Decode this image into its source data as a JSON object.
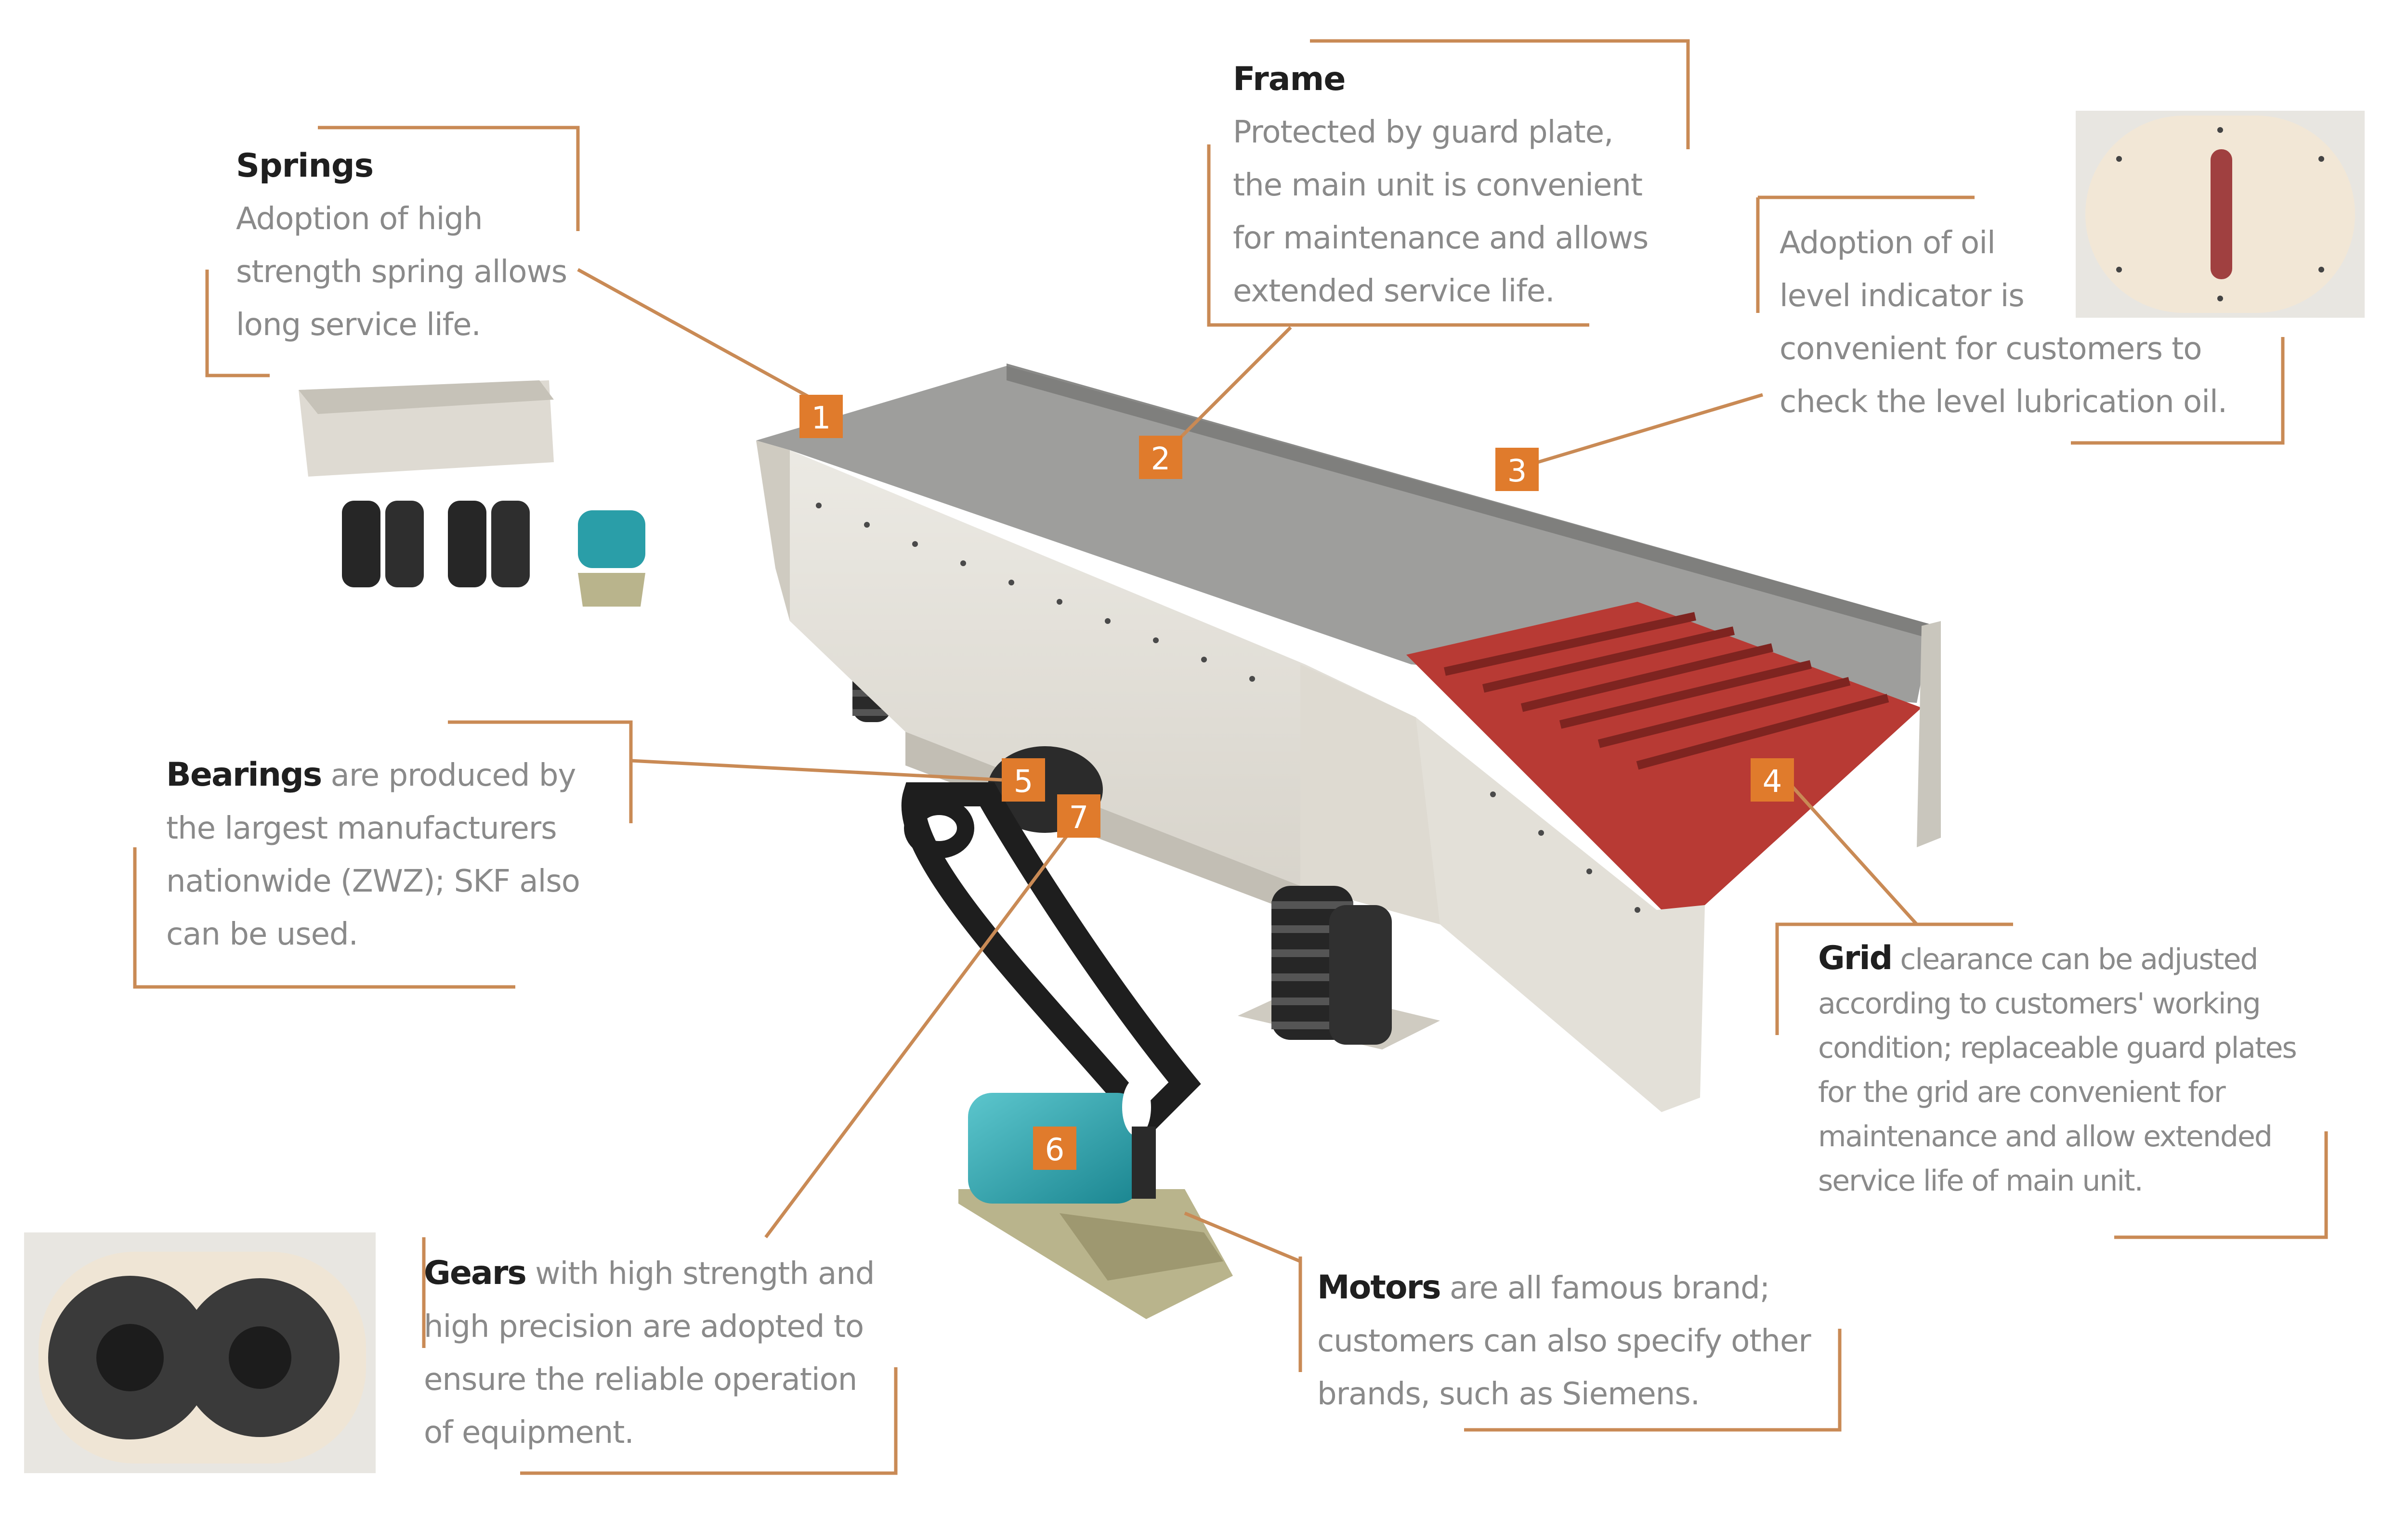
{
  "callouts": {
    "springs": {
      "title": "Springs",
      "lines": [
        "Adoption of high",
        "strength spring allows",
        "long service life."
      ]
    },
    "frame": {
      "title": "Frame",
      "lines": [
        "Protected by guard plate,",
        "the main unit is convenient",
        "for maintenance and allows",
        "extended service life."
      ]
    },
    "oil": {
      "lines": [
        "Adoption of oil",
        "level indicator is",
        "convenient for customers to",
        "check the level lubrication oil."
      ]
    },
    "bearings": {
      "lead": "Bearings",
      "first_rest": " are produced by",
      "lines": [
        "the largest manufacturers",
        "nationwide (ZWZ); SKF also",
        "can be used."
      ]
    },
    "grid": {
      "lead": "Grid",
      "first_rest": " clearance can be adjusted",
      "lines": [
        "according to customers' working",
        "condition; replaceable guard plates",
        "for the grid are convenient for",
        "maintenance and allow extended",
        "service life of main unit."
      ]
    },
    "gears": {
      "lead": "Gears",
      "first_rest": " with high strength and",
      "lines": [
        "high precision are adopted to",
        "ensure the reliable operation",
        "of equipment."
      ]
    },
    "motors": {
      "lead": "Motors",
      "first_rest": " are all famous brand;",
      "lines": [
        "customers can also specify other",
        "brands, such as Siemens."
      ]
    }
  },
  "badges": [
    "1",
    "2",
    "3",
    "4",
    "5",
    "6",
    "7"
  ],
  "colors": {
    "accent": "#e07b2c",
    "leader": "#c98a55",
    "frame": "#e6e3dc",
    "grid": "#b83a34",
    "motor": "#2a9ea8",
    "belt": "#1e1e1e"
  }
}
